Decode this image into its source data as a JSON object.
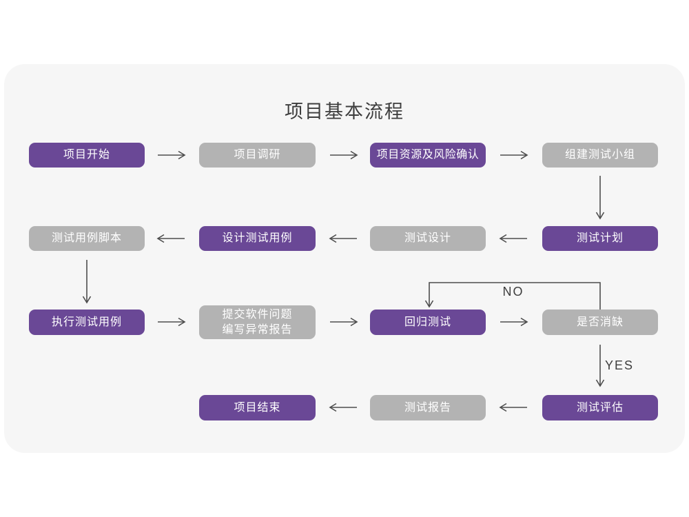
{
  "title": "项目基本流程",
  "colors": {
    "page_bg": "#ffffff",
    "card_bg": "#f6f6f6",
    "purple": "#6a4896",
    "gray": "#b3b3b3",
    "box_text": "#ffffff",
    "arrow": "#4d4d4d",
    "text": "#3d3d3d"
  },
  "nodes": {
    "project_start": {
      "label": "项目开始",
      "variant": "purple"
    },
    "project_research": {
      "label": "项目调研",
      "variant": "gray"
    },
    "project_resources": {
      "label": "项目资源及风险确认",
      "variant": "purple"
    },
    "build_test_team": {
      "label": "组建测试小组",
      "variant": "gray"
    },
    "test_case_script": {
      "label": "测试用例脚本",
      "variant": "gray"
    },
    "design_test_cases": {
      "label": "设计测试用例",
      "variant": "purple"
    },
    "test_design": {
      "label": "测试设计",
      "variant": "gray"
    },
    "test_plan": {
      "label": "测试计划",
      "variant": "purple"
    },
    "execute_test_cases": {
      "label": "执行测试用例",
      "variant": "purple"
    },
    "submit_issues": {
      "line1": "提交软件问题",
      "line2": "编写异常报告",
      "variant": "gray"
    },
    "regression_test": {
      "label": "回归测试",
      "variant": "purple"
    },
    "defect_check": {
      "label": "是否消缺",
      "variant": "gray"
    },
    "project_end": {
      "label": "项目结束",
      "variant": "purple"
    },
    "test_report": {
      "label": "测试报告",
      "variant": "gray"
    },
    "test_evaluation": {
      "label": "测试评估",
      "variant": "purple"
    }
  },
  "edge_labels": {
    "no": "NO",
    "yes": "YES"
  },
  "edges": [
    {
      "from": "project_start",
      "to": "project_research"
    },
    {
      "from": "project_research",
      "to": "project_resources"
    },
    {
      "from": "project_resources",
      "to": "build_test_team"
    },
    {
      "from": "build_test_team",
      "to": "test_plan"
    },
    {
      "from": "test_plan",
      "to": "test_design"
    },
    {
      "from": "test_design",
      "to": "design_test_cases"
    },
    {
      "from": "design_test_cases",
      "to": "test_case_script"
    },
    {
      "from": "test_case_script",
      "to": "execute_test_cases"
    },
    {
      "from": "execute_test_cases",
      "to": "submit_issues"
    },
    {
      "from": "submit_issues",
      "to": "regression_test"
    },
    {
      "from": "regression_test",
      "to": "defect_check"
    },
    {
      "from": "defect_check",
      "to": "regression_test",
      "label": "NO"
    },
    {
      "from": "defect_check",
      "to": "test_evaluation",
      "label": "YES"
    },
    {
      "from": "test_evaluation",
      "to": "test_report"
    },
    {
      "from": "test_report",
      "to": "project_end"
    }
  ]
}
